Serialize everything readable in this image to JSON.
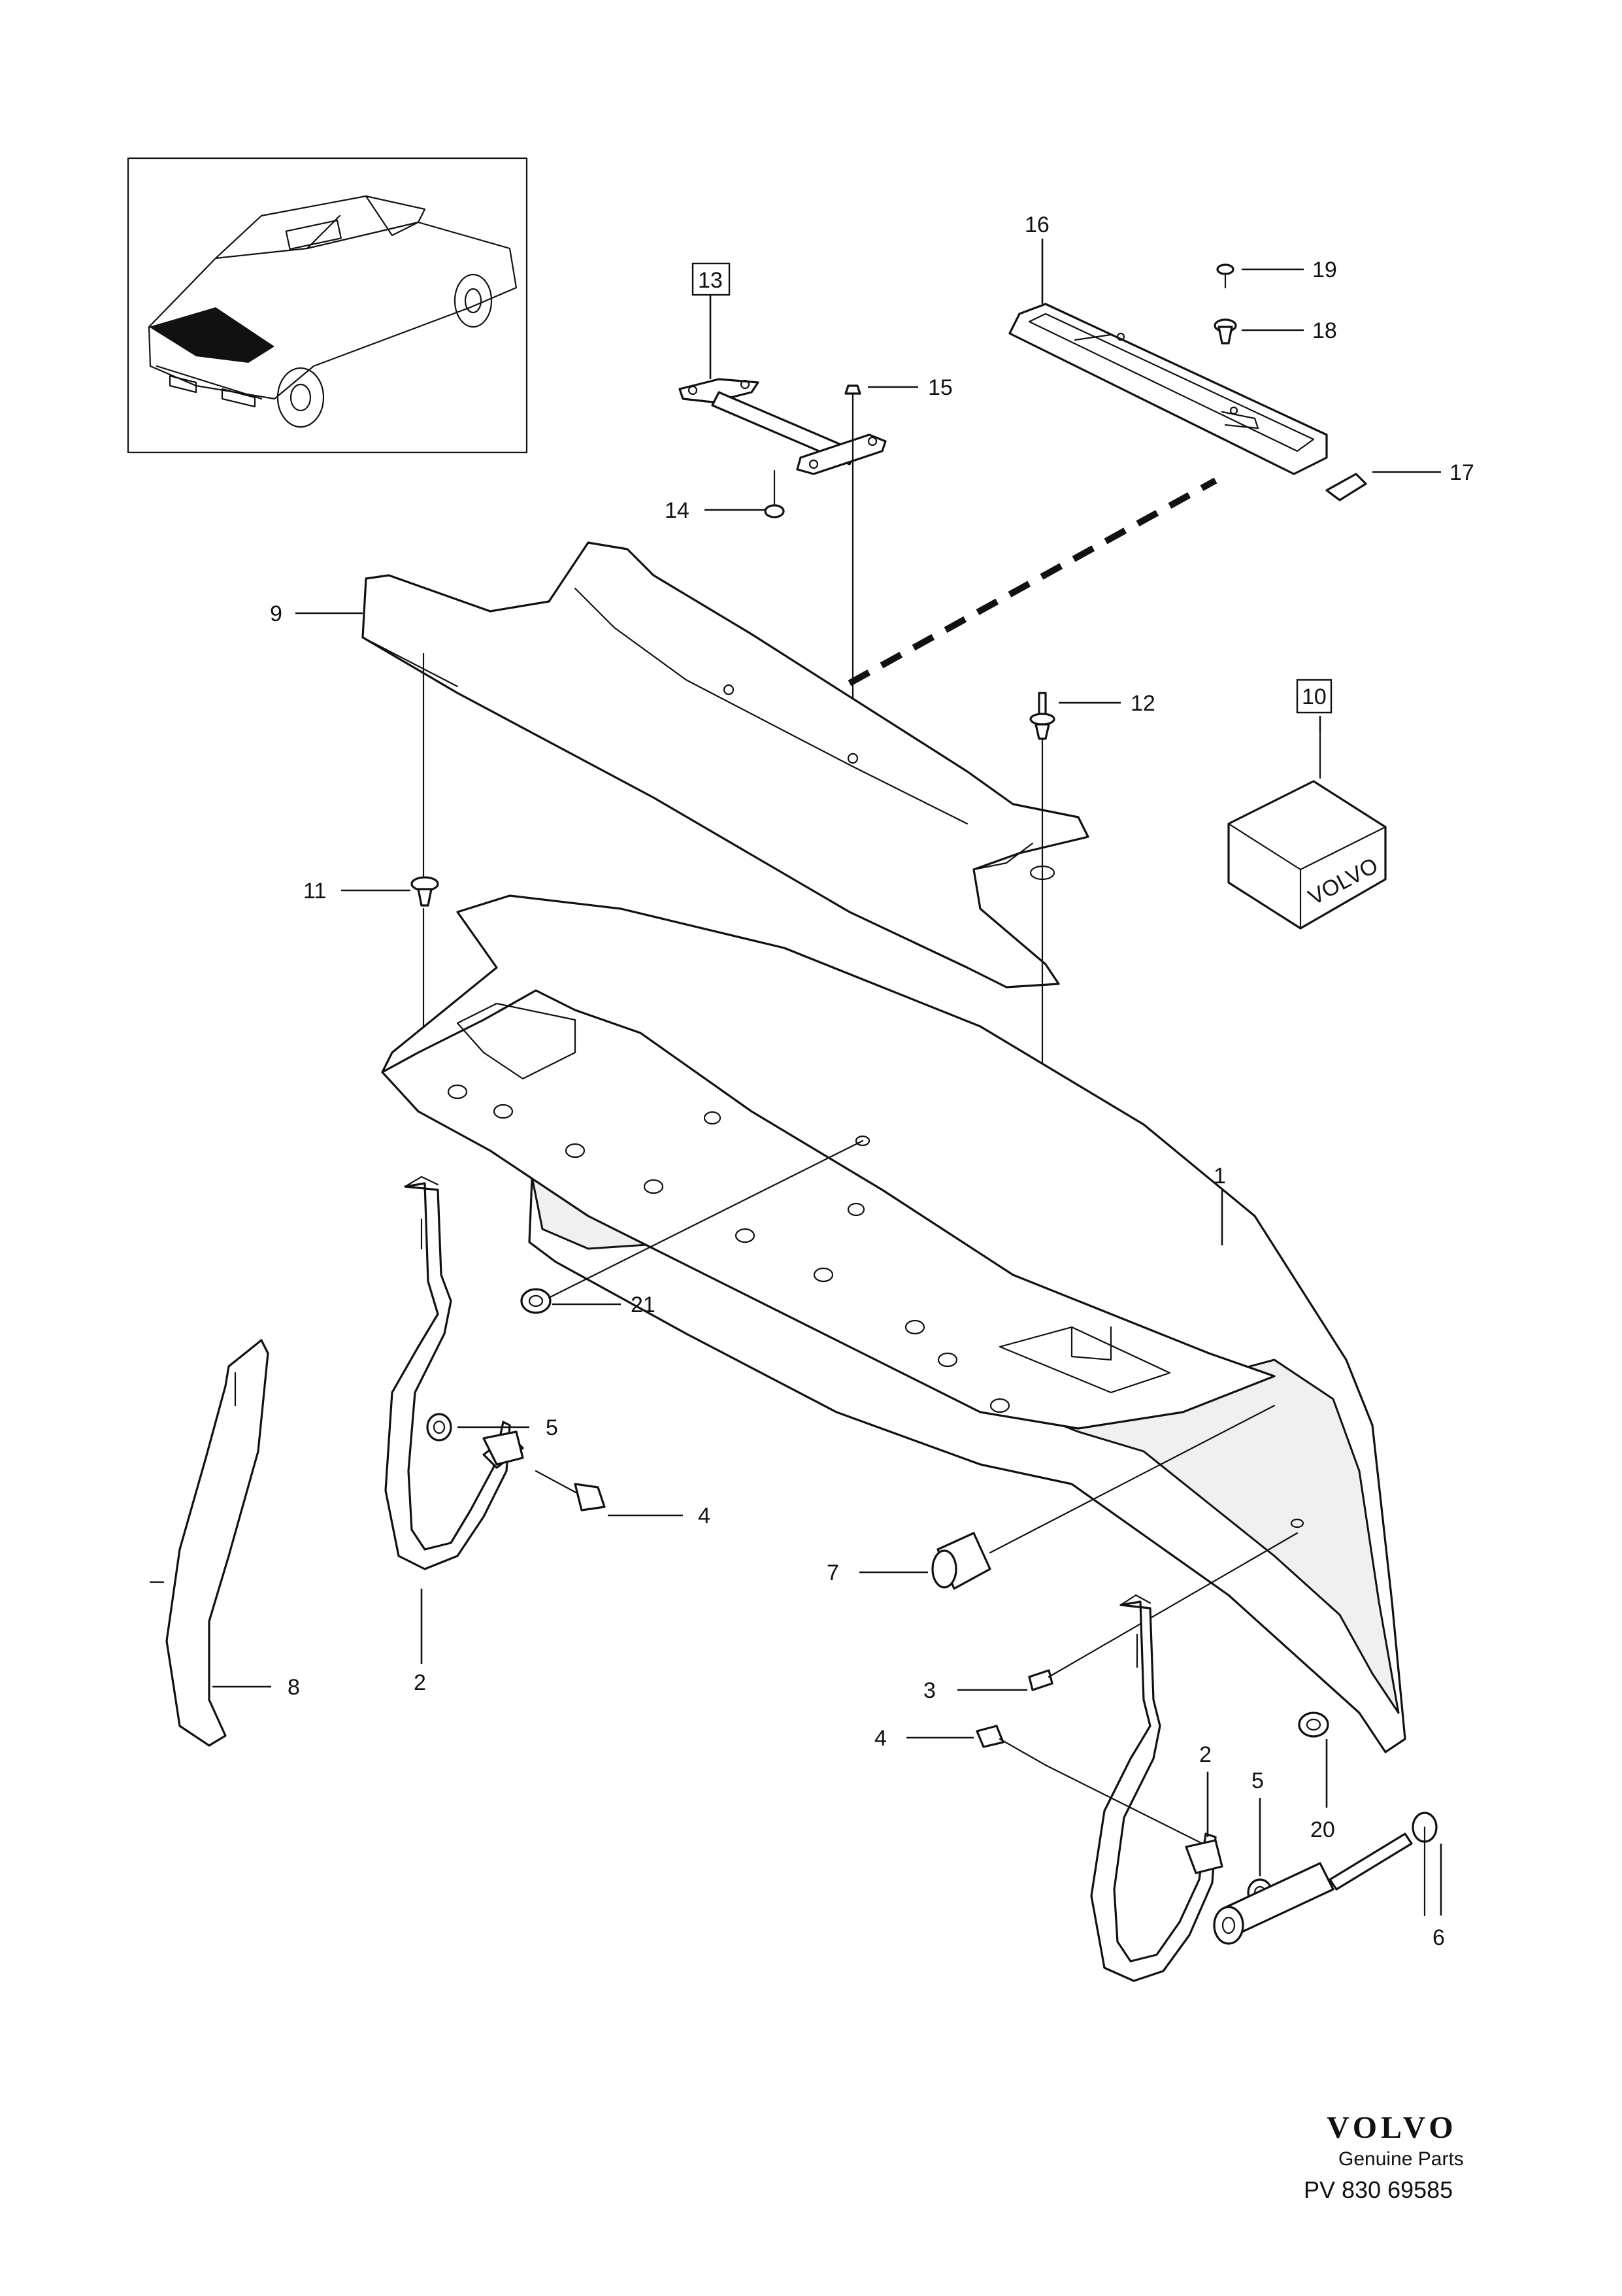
{
  "callouts": [
    "1",
    "2",
    "2",
    "3",
    "4",
    "4",
    "5",
    "5",
    "6",
    "7",
    "8",
    "9",
    "10",
    "11",
    "12",
    "13",
    "14",
    "15",
    "16",
    "17",
    "18",
    "19",
    "20",
    "21"
  ],
  "kit_box_text": "VOLVO",
  "brand": {
    "name": "VOLVO",
    "subtitle": "Genuine Parts",
    "ref": "PV 830 69585"
  }
}
